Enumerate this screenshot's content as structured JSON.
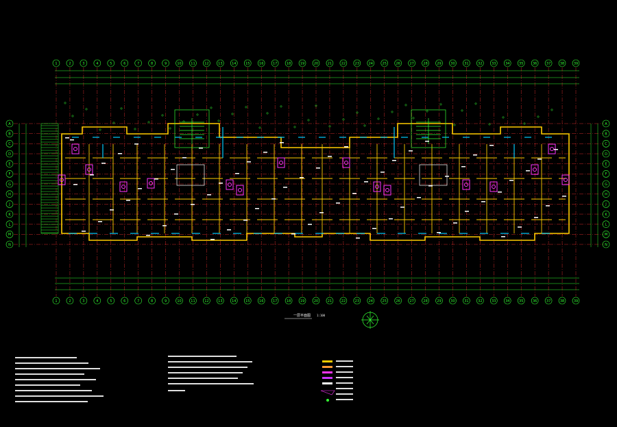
{
  "drawing": {
    "title": "一层平面图",
    "scale": "1:100",
    "background": "#000000",
    "colors": {
      "wall": "#ffcc00",
      "grid": "#33ff33",
      "axis": "#ff3333",
      "fixture": "#ff33ff",
      "window": "#00ccff",
      "text": "#ffffff",
      "dimension": "#33ff33"
    },
    "column_grid_labels": [
      "1",
      "2",
      "3",
      "4",
      "5",
      "6",
      "7",
      "8",
      "9",
      "10",
      "11",
      "12",
      "13",
      "14",
      "15",
      "16",
      "17",
      "18",
      "19",
      "20",
      "21",
      "22",
      "23",
      "24",
      "25",
      "26",
      "27",
      "28",
      "29",
      "30",
      "31",
      "32",
      "33",
      "34",
      "35",
      "36",
      "37",
      "38",
      "39"
    ],
    "row_grid_labels": [
      "A",
      "B",
      "C",
      "D",
      "E",
      "F",
      "G",
      "H",
      "J",
      "K",
      "L",
      "M",
      "N"
    ],
    "north_arrow": "compass-icon"
  },
  "legend": {
    "items": [
      {
        "label": "———"
      },
      {
        "label": "———"
      },
      {
        "label": "———"
      },
      {
        "label": "———"
      },
      {
        "label": "———"
      }
    ]
  }
}
